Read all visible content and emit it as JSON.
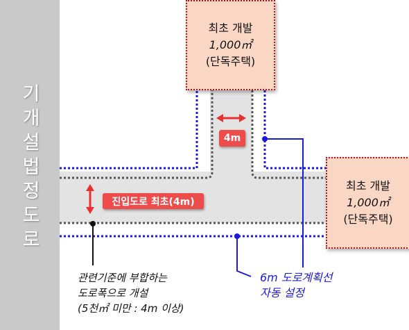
{
  "existing_road": {
    "label_chars": [
      "기",
      "개",
      "설",
      "법",
      "정",
      "도",
      "로"
    ]
  },
  "parcels": [
    {
      "title": "최초 개발",
      "area": "1,000㎡",
      "use": "(단독주택)"
    },
    {
      "title": "최초 개발",
      "area": "1,000㎡",
      "use": "(단독주택)"
    }
  ],
  "labels": {
    "road_width": "4m",
    "entry_road": "진입도로 최초(4m)"
  },
  "notes": {
    "left": [
      "관련기준에 부합하는",
      "도로폭으로 개설",
      "(5천㎡ 미만 : 4m 이상)"
    ],
    "right": [
      "6m 도로계획선",
      "자동 설정"
    ]
  },
  "colors": {
    "existing_road": "#c9c9c9",
    "new_road": "#e3e3e3",
    "parcel_fill": "#f9d7c4",
    "parcel_border": "#c0101a",
    "badge": "#ee4b4b",
    "plan_line": "#1a1adf",
    "road_edge": "#555555"
  }
}
